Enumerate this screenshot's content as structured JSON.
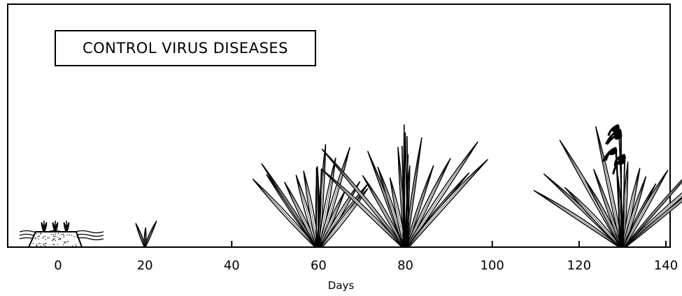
{
  "diagram": {
    "title": "CONTROL VIRUS DISEASES",
    "axis": {
      "label": "Days",
      "ticks": [
        "0",
        "20",
        "40",
        "60",
        "80",
        "100",
        "120",
        "140"
      ]
    },
    "stages": [
      {
        "day": 0,
        "icon": "seedbed-icon"
      },
      {
        "day": 20,
        "icon": "seedling-icon"
      },
      {
        "day": 60,
        "icon": "tillering-rice-icon"
      },
      {
        "day": 80,
        "icon": "booting-rice-icon"
      },
      {
        "day": 130,
        "icon": "ripening-rice-icon"
      }
    ]
  }
}
